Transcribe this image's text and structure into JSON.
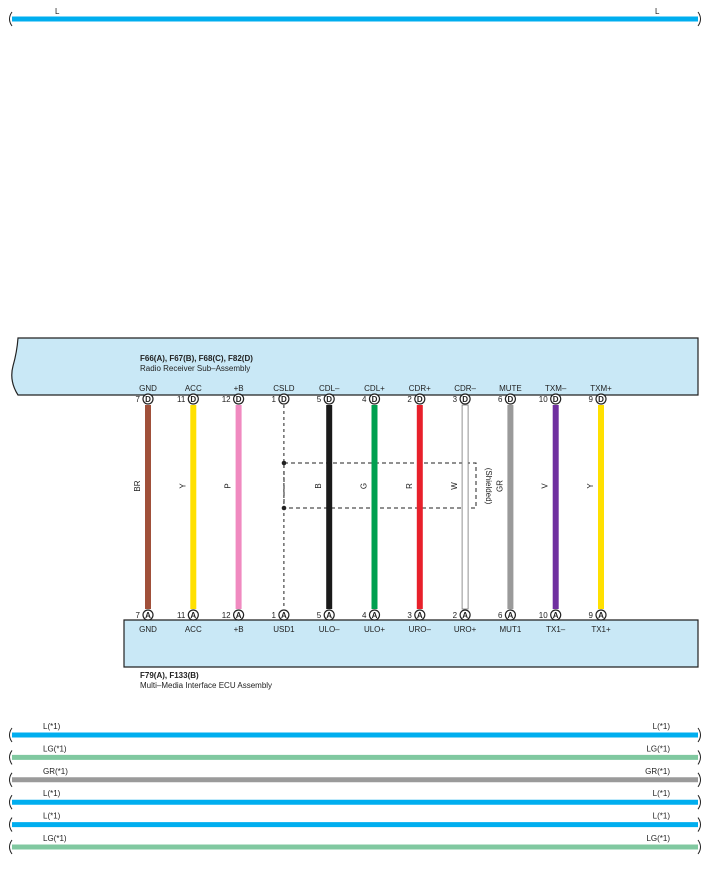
{
  "top_wire": {
    "left_label": "L",
    "right_label": "L",
    "color": "#00aeef"
  },
  "radio_receiver": {
    "connectors": "F66(A), F67(B), F68(C), F82(D)",
    "name": "Radio Receiver Sub–Assembly"
  },
  "mmi_ecu": {
    "connectors": "F79(A), F133(B)",
    "name": "Multi–Media Interface ECU Assembly"
  },
  "shielded_label": "(Shielded)",
  "wires": [
    {
      "top_name": "GND",
      "top_pin": "7",
      "top_conn": "D",
      "bottom_name": "GND",
      "bottom_pin": "7",
      "bottom_conn": "A",
      "color_code": "BR",
      "color": "#a0503a",
      "shield": false
    },
    {
      "top_name": "ACC",
      "top_pin": "11",
      "top_conn": "D",
      "bottom_name": "ACC",
      "bottom_pin": "11",
      "bottom_conn": "A",
      "color_code": "Y",
      "color": "#ffe000",
      "shield": false
    },
    {
      "top_name": "+B",
      "top_pin": "12",
      "top_conn": "D",
      "bottom_name": "+B",
      "bottom_pin": "12",
      "bottom_conn": "A",
      "color_code": "P",
      "color": "#f08ac0",
      "shield": false
    },
    {
      "top_name": "CSLD",
      "top_pin": "1",
      "top_conn": "D",
      "bottom_name": "USD1",
      "bottom_pin": "1",
      "bottom_conn": "A",
      "color_code": "",
      "color": "#222222",
      "shield": true
    },
    {
      "top_name": "CDL–",
      "top_pin": "5",
      "top_conn": "D",
      "bottom_name": "ULO–",
      "bottom_pin": "5",
      "bottom_conn": "A",
      "color_code": "B",
      "color": "#1a1a1a",
      "shield": false
    },
    {
      "top_name": "CDL+",
      "top_pin": "4",
      "top_conn": "D",
      "bottom_name": "ULO+",
      "bottom_pin": "4",
      "bottom_conn": "A",
      "color_code": "G",
      "color": "#00a050",
      "shield": false
    },
    {
      "top_name": "CDR+",
      "top_pin": "2",
      "top_conn": "D",
      "bottom_name": "URO–",
      "bottom_pin": "3",
      "bottom_conn": "A",
      "color_code": "R",
      "color": "#e8202a",
      "shield": false
    },
    {
      "top_name": "CDR–",
      "top_pin": "3",
      "top_conn": "D",
      "bottom_name": "URO+",
      "bottom_pin": "2",
      "bottom_conn": "A",
      "color_code": "W",
      "color": "#ffffff",
      "shield": false
    },
    {
      "top_name": "MUTE",
      "top_pin": "6",
      "top_conn": "D",
      "bottom_name": "MUT1",
      "bottom_pin": "6",
      "bottom_conn": "A",
      "color_code": "GR",
      "color": "#9a9a9a",
      "shield": false
    },
    {
      "top_name": "TXM–",
      "top_pin": "10",
      "top_conn": "D",
      "bottom_name": "TX1–",
      "bottom_pin": "10",
      "bottom_conn": "A",
      "color_code": "V",
      "color": "#7030a0",
      "shield": false
    },
    {
      "top_name": "TXM+",
      "top_pin": "9",
      "top_conn": "D",
      "bottom_name": "TX1+",
      "bottom_pin": "9",
      "bottom_conn": "A",
      "color_code": "Y",
      "color": "#ffe000",
      "shield": false
    }
  ],
  "bottom_wires": [
    {
      "left_label": "L(*1)",
      "right_label": "L(*1)",
      "color": "#00aeef"
    },
    {
      "left_label": "LG(*1)",
      "right_label": "LG(*1)",
      "color": "#80c8a0"
    },
    {
      "left_label": "GR(*1)",
      "right_label": "GR(*1)",
      "color": "#9a9a9a"
    },
    {
      "left_label": "L(*1)",
      "right_label": "L(*1)",
      "color": "#00aeef"
    },
    {
      "left_label": "L(*1)",
      "right_label": "L(*1)",
      "color": "#00aeef"
    },
    {
      "left_label": "LG(*1)",
      "right_label": "LG(*1)",
      "color": "#80c8a0"
    }
  ]
}
